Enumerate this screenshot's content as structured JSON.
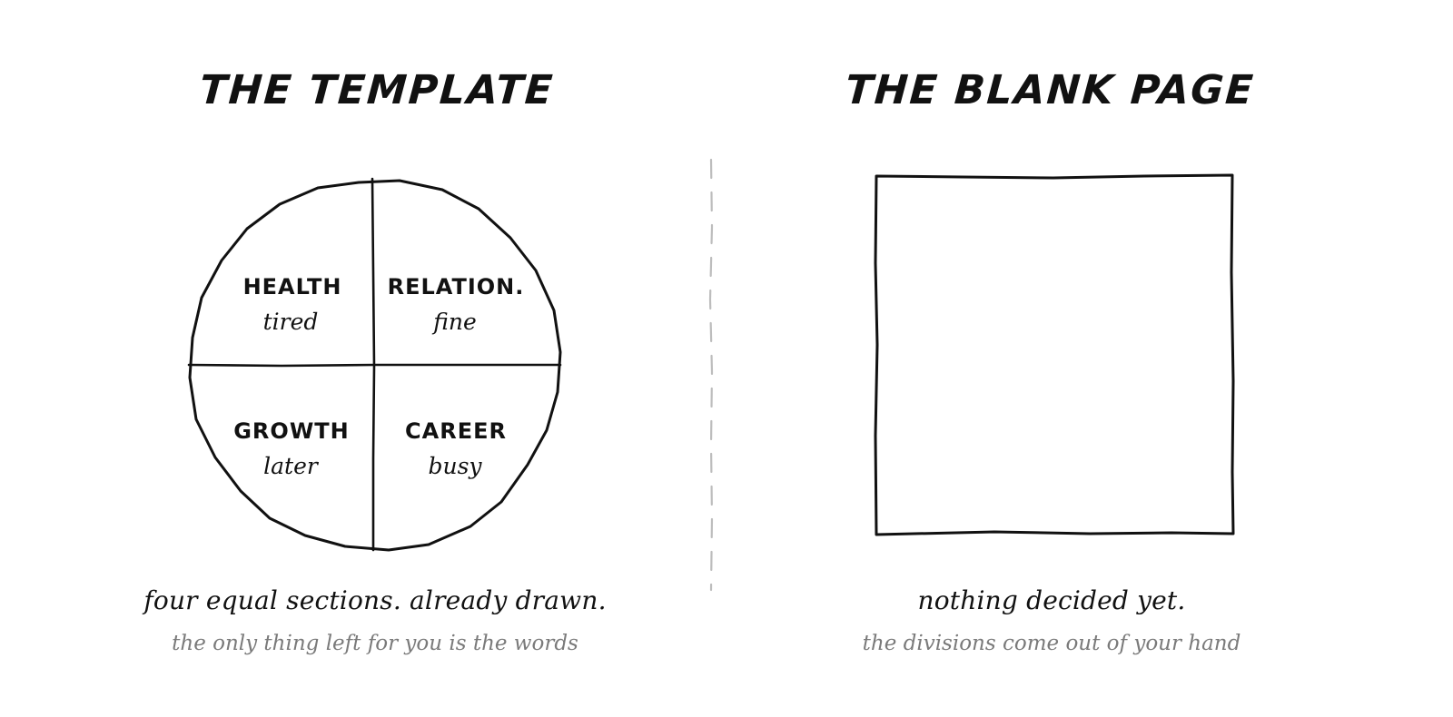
{
  "template_panel": {
    "title": "THE TEMPLATE",
    "sections": [
      {
        "label": "HEALTH",
        "value": "tired"
      },
      {
        "label": "RELATION.",
        "value": "fine"
      },
      {
        "label": "GROWTH",
        "value": "later"
      },
      {
        "label": "CAREER",
        "value": "busy"
      }
    ],
    "caption": "four equal sections. already drawn.",
    "subcaption": "the only thing left for you is the words"
  },
  "blank_panel": {
    "title": "THE BLANK PAGE",
    "caption": "nothing decided yet.",
    "subcaption": "the divisions come out of your hand"
  },
  "colors": {
    "ink": "#111111",
    "muted": "#7a7a7a",
    "divider": "#bdbdbd"
  }
}
